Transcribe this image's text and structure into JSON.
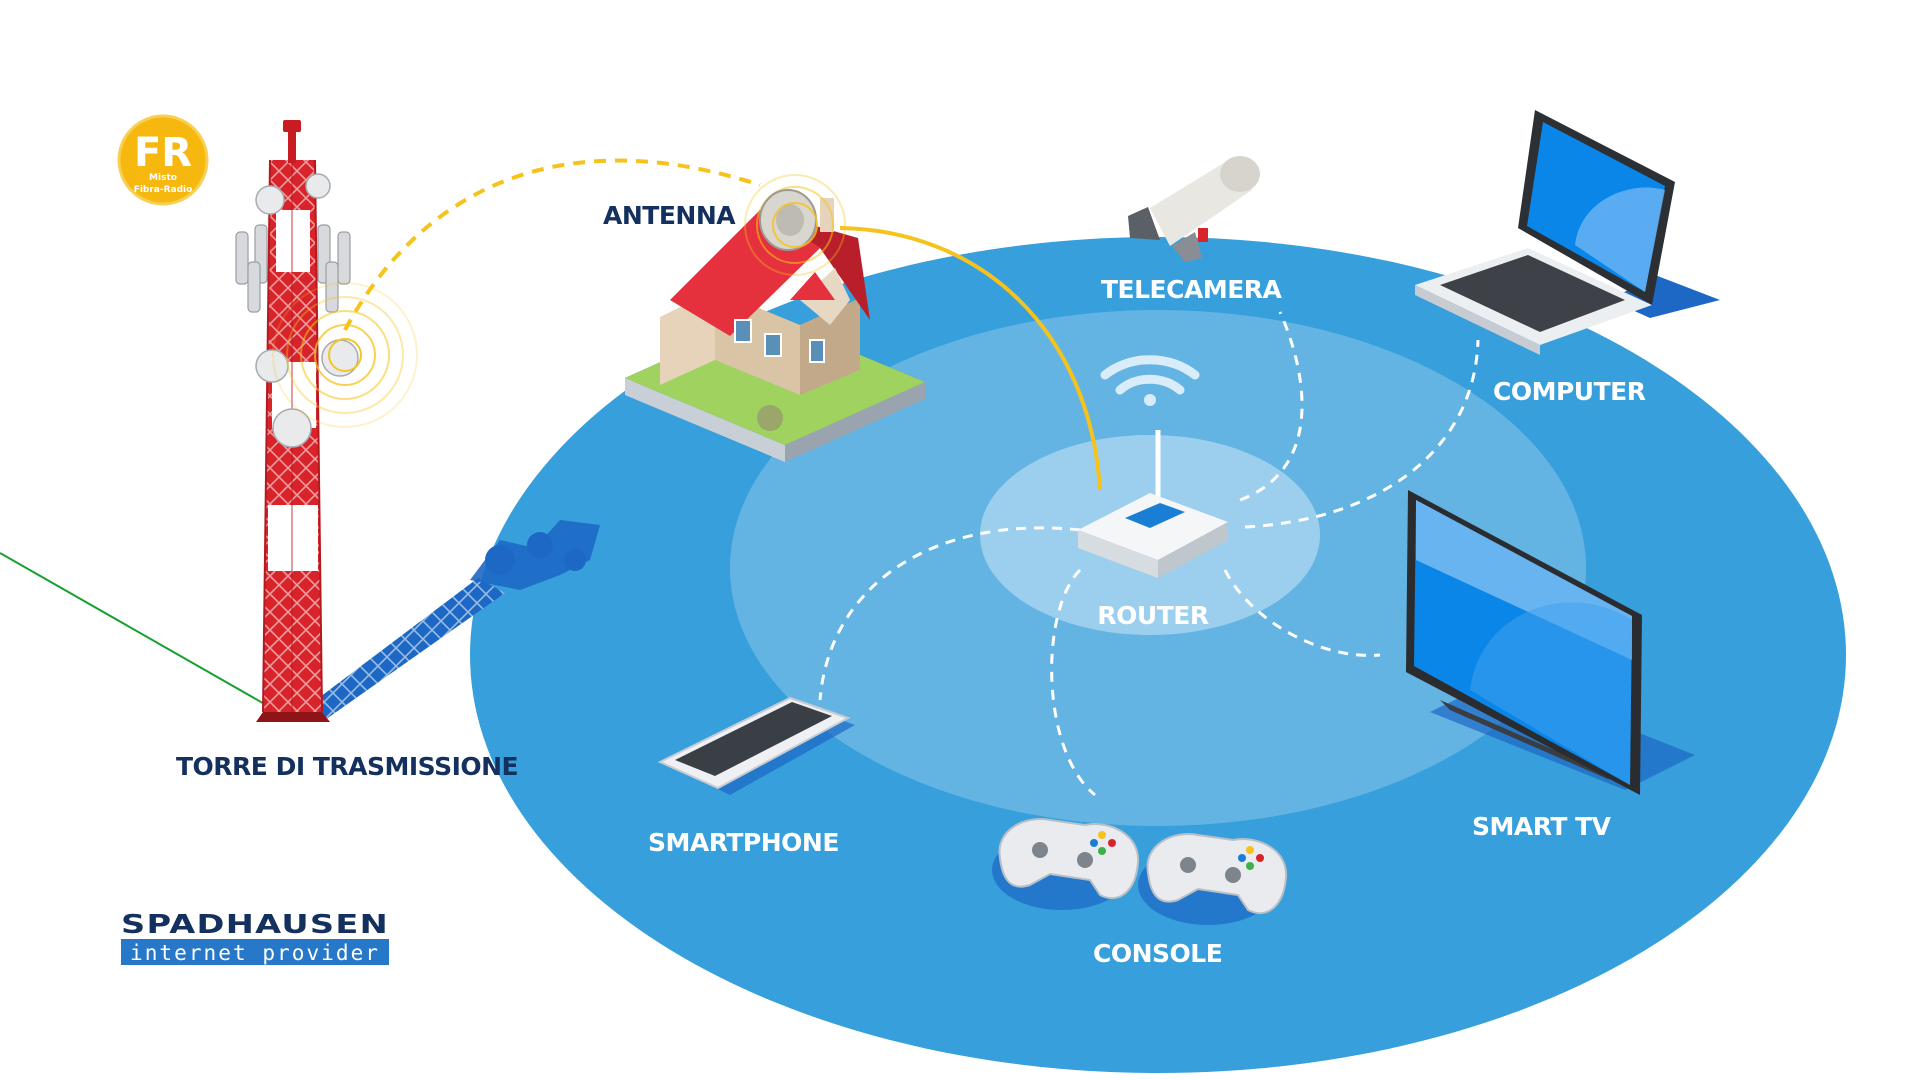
{
  "badge": {
    "code": "FR",
    "line1": "Misto",
    "line2": "Fibra-Radio"
  },
  "labels": {
    "tower": "TORRE DI TRASMISSIONE",
    "antenna": "ANTENNA",
    "camera": "TELECAMERA",
    "computer": "COMPUTER",
    "router": "ROUTER",
    "smart_tv": "SMART TV",
    "smartphone": "SMARTPHONE",
    "console": "CONSOLE"
  },
  "brand": {
    "name": "SPADHAUSEN",
    "tagline": "internet provider"
  },
  "colors": {
    "outer_ellipse": "#379fdb",
    "inner_ellipse": "#63b4e3",
    "router_zone": "#9ccfee",
    "signal_yellow": "#f6c21c",
    "tower_red": "#d8232a",
    "label_dark": "#14305e",
    "screen_blue": "#0a86e8"
  }
}
